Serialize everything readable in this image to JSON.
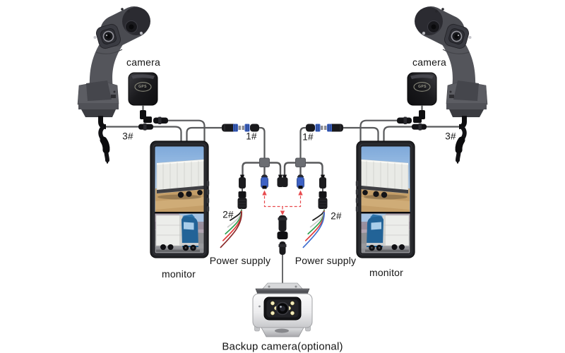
{
  "diagram": {
    "type": "vehicle-camera-system-wiring",
    "left": {
      "camera_label": "camera",
      "monitor_label": "monitor",
      "cable3_label": "3#",
      "cable1_label": "1#",
      "cable2_label": "2#",
      "power_label": "Power supply"
    },
    "right": {
      "camera_label": "camera",
      "monitor_label": "monitor",
      "cable3_label": "3#",
      "cable1_label": "1#",
      "cable2_label": "2#",
      "power_label": "Power supply"
    },
    "center": {
      "backup_camera_label": "Backup camera(optional)"
    },
    "gps_badge": "GPS",
    "colors": {
      "background": "#ffffff",
      "label_text": "#151515",
      "cable": "#58595b",
      "connector_blue": "#3e62c4",
      "dashed_accent": "#e84a4e",
      "wire_colors_left": [
        "#1a1a1a",
        "#c9c9c9",
        "#2fa052",
        "#e03a3a",
        "#8a2a2a"
      ],
      "wire_colors_right": [
        "#1a1a1a",
        "#cccccc",
        "#2fa052",
        "#e03a3a",
        "#3f6fd0"
      ]
    }
  }
}
